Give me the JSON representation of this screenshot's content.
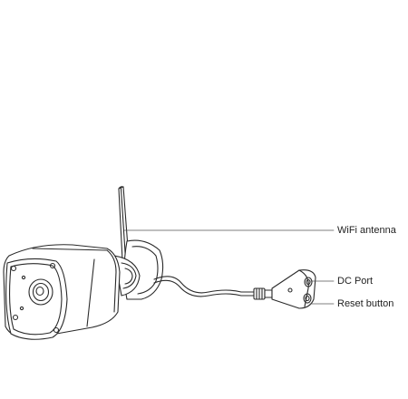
{
  "callouts": {
    "wifi_antenna": "WiFi antenna",
    "dc_port": "DC Port",
    "reset_button": "Reset button"
  },
  "colors": {
    "stroke": "#2a2a2a",
    "leader": "#555555",
    "background": "#ffffff"
  }
}
